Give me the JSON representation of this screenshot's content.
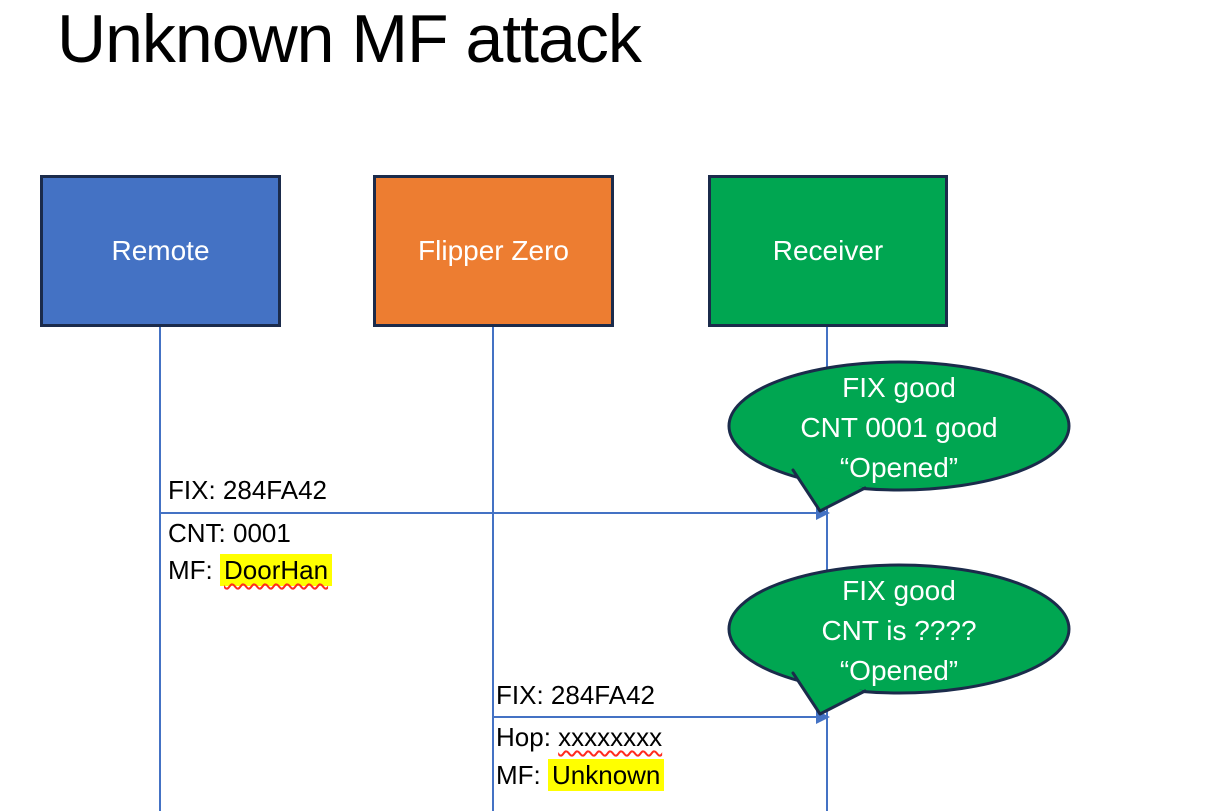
{
  "slide": {
    "title": "Unknown MF attack"
  },
  "actors": [
    {
      "label": "Remote"
    },
    {
      "label": "Flipper Zero"
    },
    {
      "label": "Receiver"
    }
  ],
  "messages": [
    {
      "label_above": "FIX: 284FA42",
      "label_mid": "CNT: 0001",
      "label_low_prefix": "MF: ",
      "label_low_value": "DoorHan"
    },
    {
      "label_above": "FIX: 284FA42",
      "label_mid_prefix": "Hop: ",
      "label_mid_value": "xxxxxxxx",
      "label_low_prefix": "MF: ",
      "label_low_value": "Unknown"
    }
  ],
  "callouts": [
    {
      "line1": "FIX good",
      "line2": "CNT 0001 good",
      "line3": "“Opened”"
    },
    {
      "line1": "FIX good",
      "line2": "CNT is ????",
      "line3": "“Opened”"
    }
  ],
  "colors": {
    "remote_fill": "#4472c4",
    "flipper_fill": "#ed7d31",
    "receiver_fill": "#00a651",
    "callout_fill": "#00a651",
    "shape_border": "#1b2b4b",
    "line_blue": "#4472c4",
    "highlight_yellow": "#ffff00",
    "squiggle_red": "#ff2b1f",
    "title_color": "#000000",
    "label_color": "#000000",
    "actor_text": "#ffffff",
    "callout_text": "#ffffff"
  }
}
